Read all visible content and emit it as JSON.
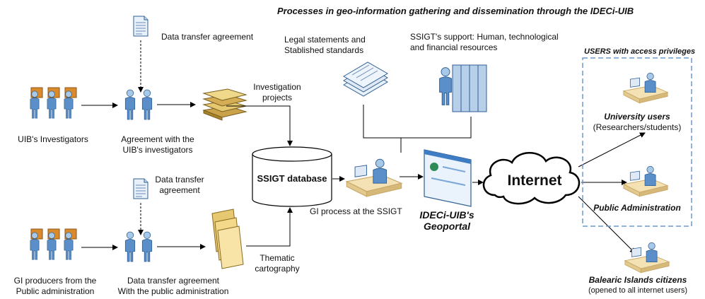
{
  "title": "Processes in geo-information gathering and dissemination through the IDECi-UIB",
  "inputs": {
    "uib_investigators": "UIB's Investigators",
    "gi_producers_line1": "GI producers from the",
    "gi_producers_line2": "Public administration"
  },
  "agreements": {
    "doc_top": "Data transfer agreement",
    "agreement_uib_line1": "Agreement with the",
    "agreement_uib_line2": "UIB's investigators",
    "doc_bottom_line1": "Data transfer",
    "doc_bottom_line2": "agreement",
    "agreement_public_line1": "Data transfer agreement",
    "agreement_public_line2": "With the public administration"
  },
  "products": {
    "investigation_line1": "Investigation",
    "investigation_line2": "projects",
    "thematic_line1": "Thematic",
    "thematic_line2": "cartography"
  },
  "core": {
    "database": "SSIGT database",
    "gi_process": "GI process at the SSIGT",
    "legal_line1": "Legal statements and",
    "legal_line2": "Stablished standards",
    "support_line1": "SSIGT's support: Human, technological",
    "support_line2": "and financial resources",
    "geoportal_line1": "IDECi-UIB's",
    "geoportal_line2": "Geoportal",
    "internet": "Internet"
  },
  "users": {
    "box_title": "USERS with access privileges",
    "university": "University users",
    "university_sub": "(Researchers/students)",
    "public": "Public Administration",
    "citizens": "Balearic Islands citizens",
    "citizens_sub": "(opened to all internet users)"
  },
  "colors": {
    "skin": "#a7c8e6",
    "body": "#5b8fc9",
    "dark": "#2f5f93",
    "desk": "#f4e2b5",
    "desk_dark": "#c9a96a",
    "folder": "#f5d98a",
    "box_orange": "#d98a2b",
    "dashed_box": "#6b9ad3"
  }
}
